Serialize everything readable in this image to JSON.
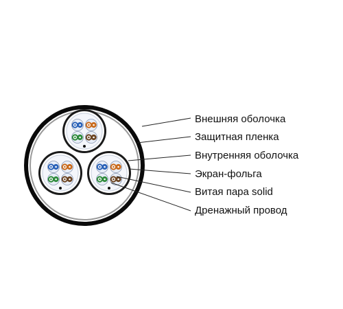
{
  "diagram": {
    "labels": [
      "Внешняя оболочка",
      "Защитная пленка",
      "Внутренняя оболочка",
      "Экран-фольга",
      "Витая пара solid",
      "Дренажный провод"
    ],
    "colors": {
      "outer_jacket": "#0a0a0a",
      "film": "#9a9a9a",
      "inner_jacket": "#ffffff",
      "foil": "#1a1a1a",
      "leader_line": "#222222",
      "pair_blue": "#2a62b8",
      "pair_orange": "#c96a1c",
      "pair_green": "#2e8a3c",
      "pair_brown": "#6b4423",
      "insulation_tint": "#e8eef8",
      "drain_wire": "#111111"
    },
    "pair_colors": [
      "pair_blue",
      "pair_orange",
      "pair_green",
      "pair_brown"
    ]
  }
}
